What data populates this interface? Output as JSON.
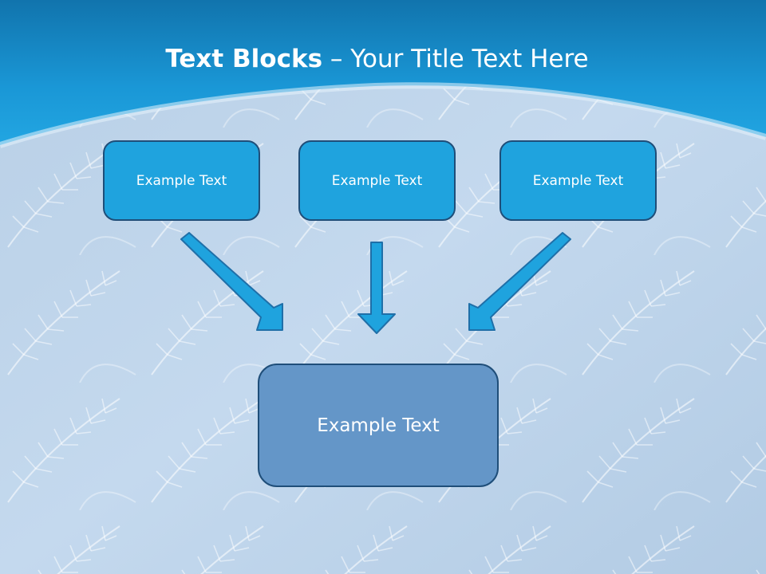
{
  "slide": {
    "title_bold": "Text Blocks",
    "title_separator": " – ",
    "title_rest": "Your Title Text Here"
  },
  "diagram": {
    "top_boxes": [
      {
        "label": "Example Text"
      },
      {
        "label": "Example Text"
      },
      {
        "label": "Example Text"
      }
    ],
    "bottom_box": {
      "label": "Example Text"
    }
  },
  "colors": {
    "header_blue": "#1a8fd0",
    "box_fill_top": "#1fa3de",
    "box_fill_bottom": "#6496c8",
    "box_border": "#1f4e79",
    "arrow_fill": "#1fa3de",
    "arrow_stroke": "#1f6fa8"
  }
}
